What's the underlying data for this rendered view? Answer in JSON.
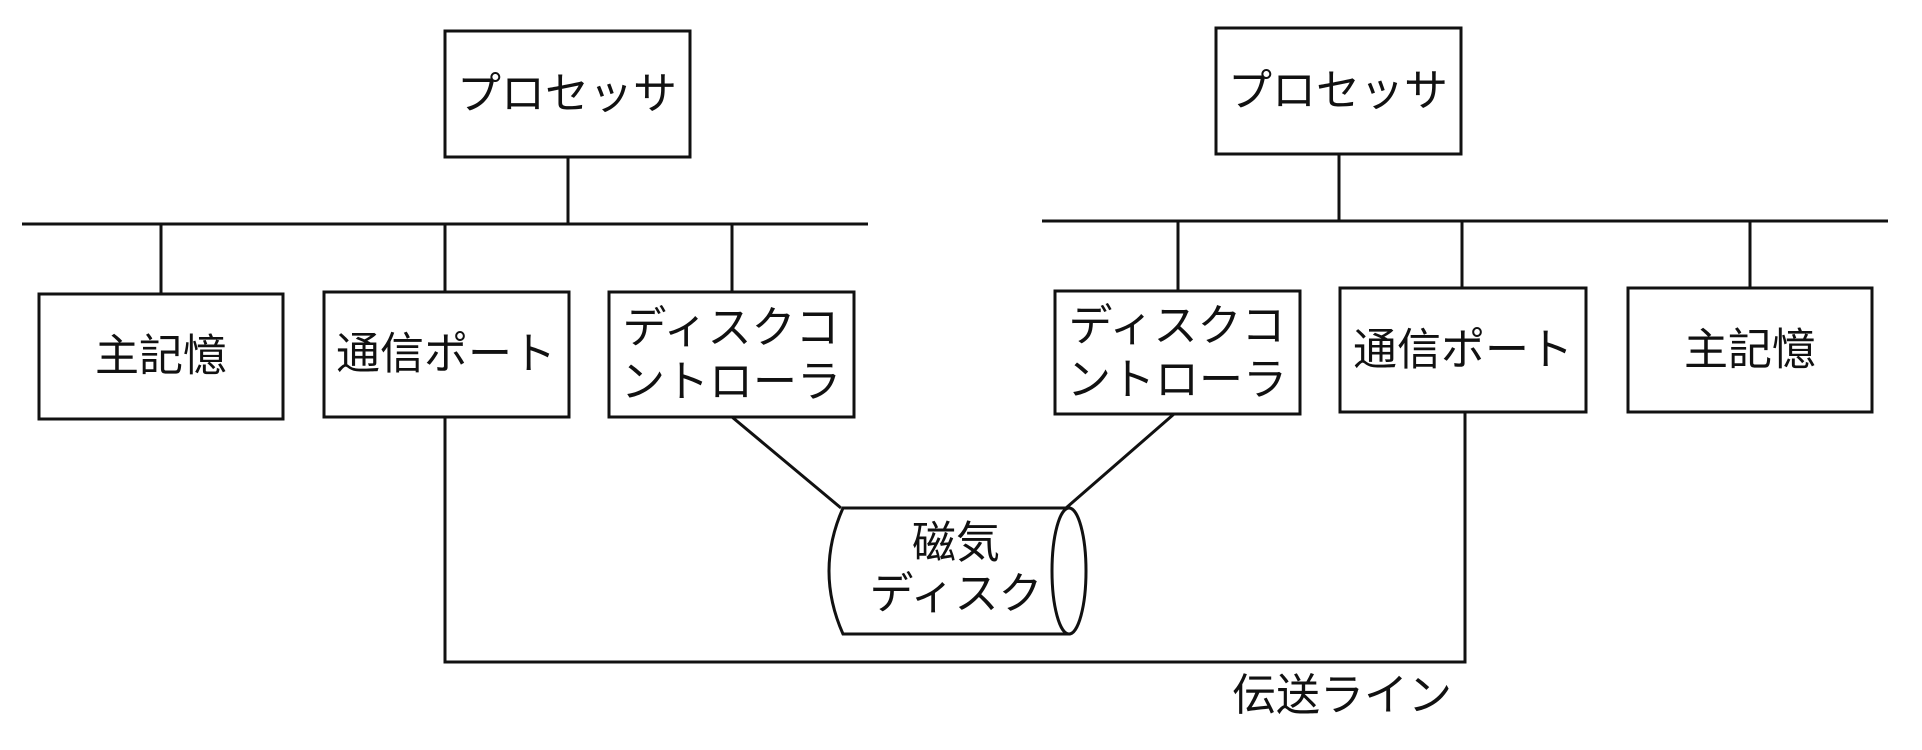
{
  "left_system": {
    "processor": "プロセッサ",
    "main_memory": "主記憶",
    "comm_port": "通信ポート",
    "disk_controller": [
      "ディスクコ",
      "ントローラ"
    ]
  },
  "right_system": {
    "processor": "プロセッサ",
    "main_memory": "主記憶",
    "comm_port": "通信ポート",
    "disk_controller": [
      "ディスクコ",
      "ントローラ"
    ]
  },
  "disk": [
    "磁気",
    "ディスク"
  ],
  "transmission_line_label": "伝送ライン"
}
